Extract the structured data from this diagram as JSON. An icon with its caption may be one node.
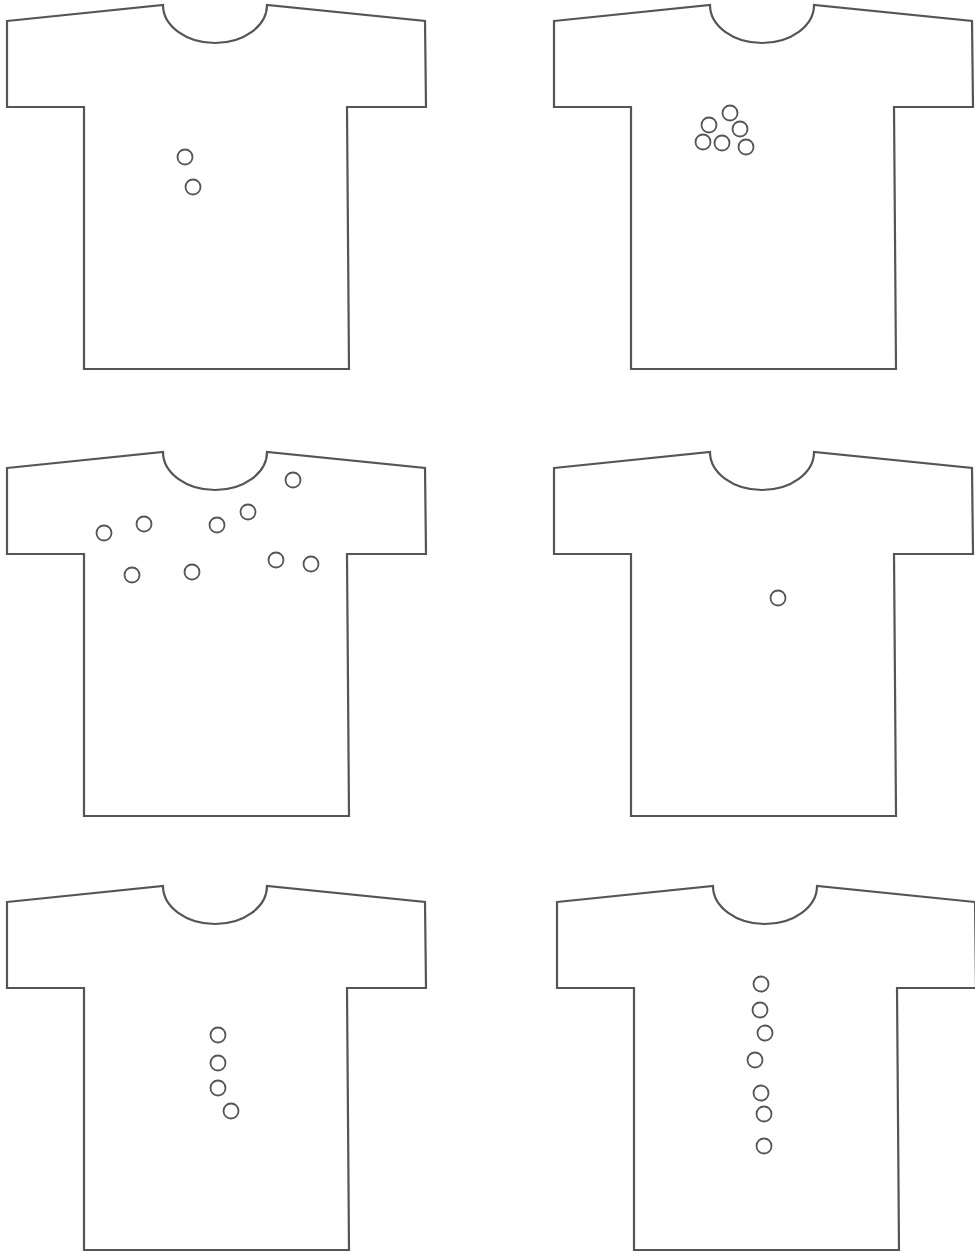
{
  "diagram": {
    "nodes": [
      {
        "text": [],
        "shape": "shirt"
      },
      {
        "text": [],
        "shape": "circle",
        "in": 0
      },
      {
        "text": [],
        "shape": "circle",
        "in": 0
      },
      {
        "text": [],
        "shape": "shirt"
      },
      {
        "text": [],
        "shape": "circle",
        "in": 3
      },
      {
        "text": [],
        "shape": "circle",
        "in": 3
      },
      {
        "text": [],
        "shape": "circle",
        "in": 3
      },
      {
        "text": [],
        "shape": "circle",
        "in": 3
      },
      {
        "text": [],
        "shape": "circle",
        "in": 3
      },
      {
        "text": [],
        "shape": "circle",
        "in": 3
      },
      {
        "text": [],
        "shape": "shirt"
      },
      {
        "text": [],
        "shape": "circle",
        "in": 10
      },
      {
        "text": [],
        "shape": "circle",
        "in": 10
      },
      {
        "text": [],
        "shape": "circle",
        "in": 10
      },
      {
        "text": [],
        "shape": "circle",
        "in": 10
      },
      {
        "text": [],
        "shape": "circle",
        "in": 10
      },
      {
        "text": [],
        "shape": "circle",
        "in": 10
      },
      {
        "text": [],
        "shape": "circle",
        "in": 10
      },
      {
        "text": [],
        "shape": "circle",
        "in": 10
      },
      {
        "text": [],
        "shape": "circle",
        "in": 10
      },
      {
        "text": [],
        "shape": "shirt"
      },
      {
        "text": [],
        "shape": "circle",
        "in": 20
      },
      {
        "text": [],
        "shape": "shirt"
      },
      {
        "text": [],
        "shape": "circle",
        "in": 22
      },
      {
        "text": [],
        "shape": "circle",
        "in": 22
      },
      {
        "text": [],
        "shape": "circle",
        "in": 22
      },
      {
        "text": [],
        "shape": "circle",
        "in": 22
      },
      {
        "text": [],
        "shape": "shirt"
      },
      {
        "text": [],
        "shape": "circle",
        "in": 27
      },
      {
        "text": [],
        "shape": "circle",
        "in": 27
      },
      {
        "text": [],
        "shape": "circle",
        "in": 27
      },
      {
        "text": [],
        "shape": "circle",
        "in": 27
      },
      {
        "text": [],
        "shape": "circle",
        "in": 27
      },
      {
        "text": [],
        "shape": "circle",
        "in": 27
      },
      {
        "text": [],
        "shape": "circle",
        "in": 27
      }
    ]
  }
}
